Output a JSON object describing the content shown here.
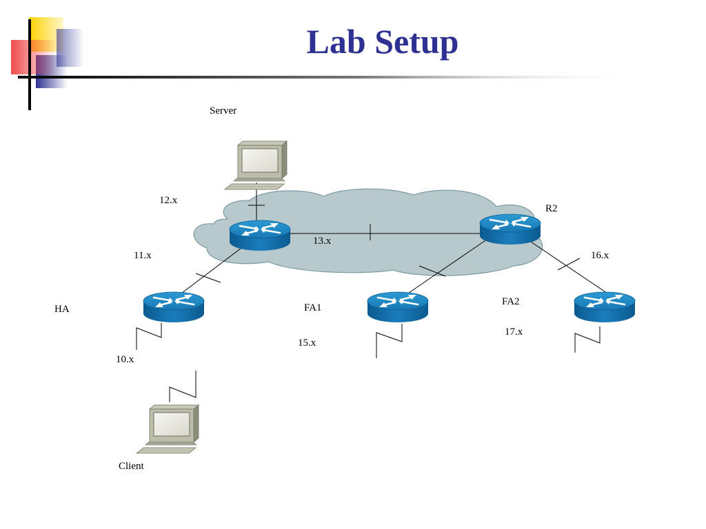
{
  "slide": {
    "title": "Lab Setup"
  },
  "nodes": {
    "server": "Server",
    "client": "Client",
    "ha": "HA",
    "r2": "R2",
    "fa1": "FA1",
    "fa2": "FA2"
  },
  "networks": {
    "net_12": "12.x",
    "net_11": "11.x",
    "net_13": "13.x",
    "net_16": "16.x",
    "net_10": "10.x",
    "net_15": "15.x",
    "net_17": "17.x"
  },
  "colors": {
    "title": "#2e3192",
    "router_top": "#1e86c2",
    "router_side": "#0d5e95",
    "cloud_fill": "#b7c9cd",
    "cloud_stroke": "#7c9aa3",
    "deco_yellow": "#ffd200",
    "deco_red": "#f04a4a",
    "deco_blue": "#2e3192"
  }
}
